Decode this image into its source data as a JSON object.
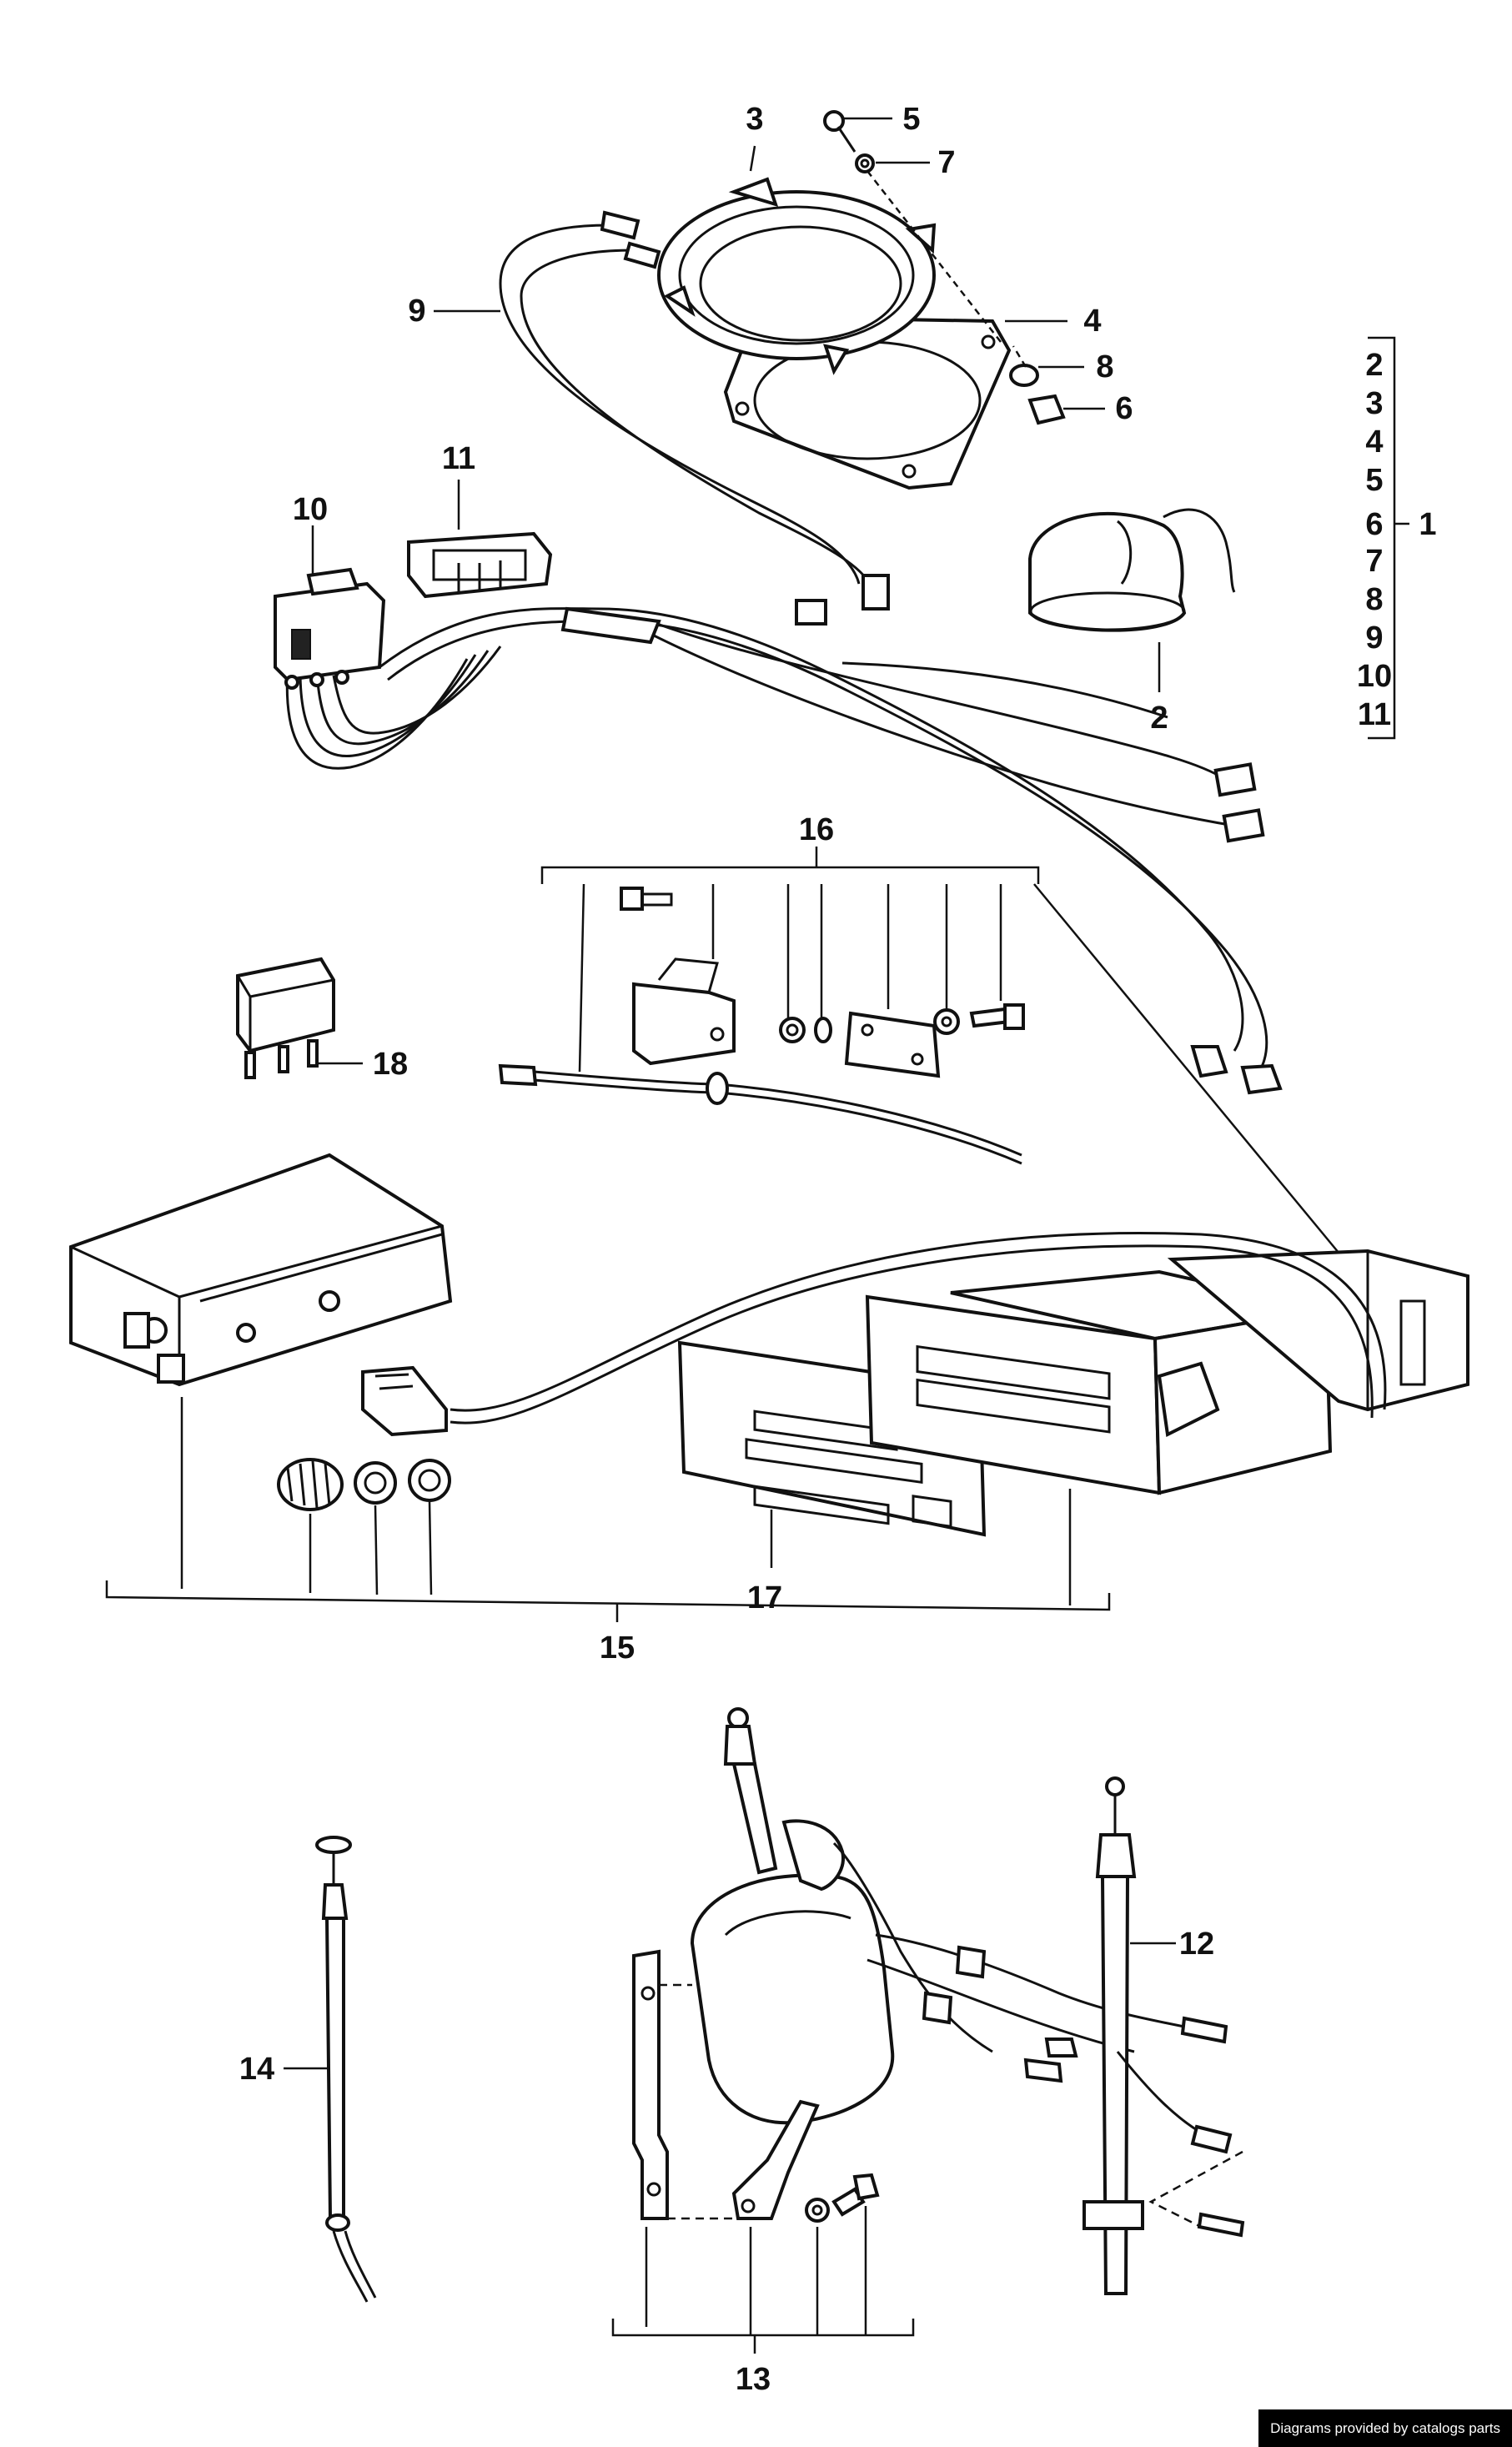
{
  "callouts": {
    "c1": "1",
    "c2": "2",
    "c3": "3",
    "c4": "4",
    "c5": "5",
    "c6": "6",
    "c7": "7",
    "c8": "8",
    "c9": "9",
    "c10": "10",
    "c11": "11",
    "c12": "12",
    "c13": "13",
    "c14": "14",
    "c15": "15",
    "c16": "16",
    "c17": "17",
    "c18": "18"
  },
  "bracket_list": [
    "2",
    "3",
    "4",
    "5",
    "6",
    "7",
    "8",
    "9",
    "10",
    "11"
  ],
  "watermark": "Diagrams provided by catalogs parts"
}
